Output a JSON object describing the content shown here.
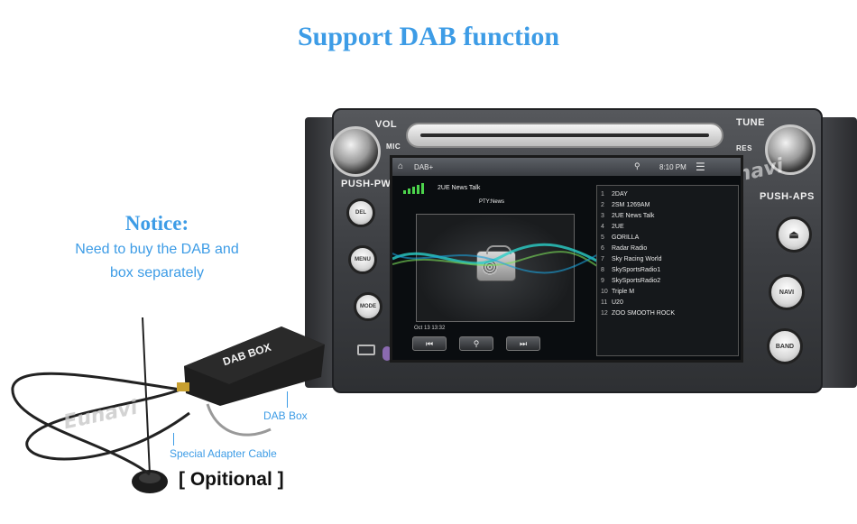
{
  "title": "Support DAB function",
  "notice": {
    "heading": "Notice:",
    "line1": "Need to buy the DAB and",
    "line2": "box separately"
  },
  "accessory": {
    "box_label": "DAB BOX",
    "box_caption": "DAB Box",
    "cable_caption": "Special Adapter Cable",
    "optional_label": "[ Opitional ]",
    "watermark": "Eunavi"
  },
  "head_unit": {
    "labels": {
      "vol": "VOL",
      "mic": "MIC",
      "push_pwr": "PUSH-PWR",
      "tune": "TUNE",
      "res": "RES",
      "push_aps": "PUSH-APS"
    },
    "left_buttons": [
      "DEL",
      "MENU",
      "MODE"
    ],
    "right_buttons": [
      "NAVI",
      "BAND"
    ],
    "watermark": "Eunavi"
  },
  "screen": {
    "source": "DAB+",
    "clock": "8:10 PM",
    "station": "2UE News Talk",
    "pty": "PTY:News",
    "datetime": "Oct 13 13:32",
    "controls": {
      "prev_icon": "prev-icon",
      "search_icon": "search-icon",
      "next_icon": "next-icon"
    },
    "stations": [
      {
        "num": "1",
        "name": "2DAY"
      },
      {
        "num": "2",
        "name": "2SM 1269AM"
      },
      {
        "num": "3",
        "name": "2UE News Talk"
      },
      {
        "num": "4",
        "name": "2UE"
      },
      {
        "num": "5",
        "name": "GORILLA"
      },
      {
        "num": "6",
        "name": "Radar Radio"
      },
      {
        "num": "7",
        "name": "Sky Racing World"
      },
      {
        "num": "8",
        "name": "SkySportsRadio1"
      },
      {
        "num": "9",
        "name": "SkySportsRadio2"
      },
      {
        "num": "10",
        "name": "Triple M"
      },
      {
        "num": "11",
        "name": "U20"
      },
      {
        "num": "12",
        "name": "ZOO SMOOTH ROCK"
      }
    ]
  },
  "colors": {
    "accent": "#3d9ce6",
    "signal": "#4cd34c"
  }
}
